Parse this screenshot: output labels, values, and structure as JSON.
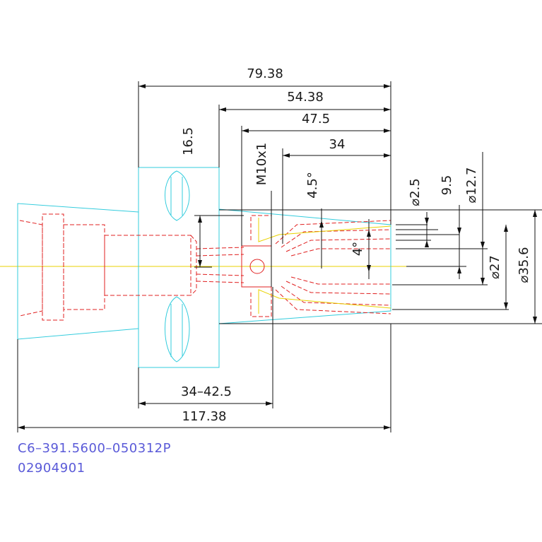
{
  "colors": {
    "outline": "#33ccdd",
    "hidden": "#e02020",
    "center": "#e8d200",
    "dimension": "#111111",
    "part_text": "#5a5ad8"
  },
  "dimensions": {
    "overall_79": "79.38",
    "d_54": "54.38",
    "d_47": "47.5",
    "d_34": "34",
    "d_16": "16.5",
    "thread": "M10x1",
    "angle_45": "4.5°",
    "angle_4": "4°",
    "dia_25": "⌀2.5",
    "d_95": "9.5",
    "dia_127": "⌀12.7",
    "dia_27": "⌀27",
    "dia_356": "⌀35.6",
    "range": "34–42.5",
    "total": "117.38"
  },
  "part": {
    "number": "C6–391.5600–050312P",
    "code": "02904901"
  }
}
